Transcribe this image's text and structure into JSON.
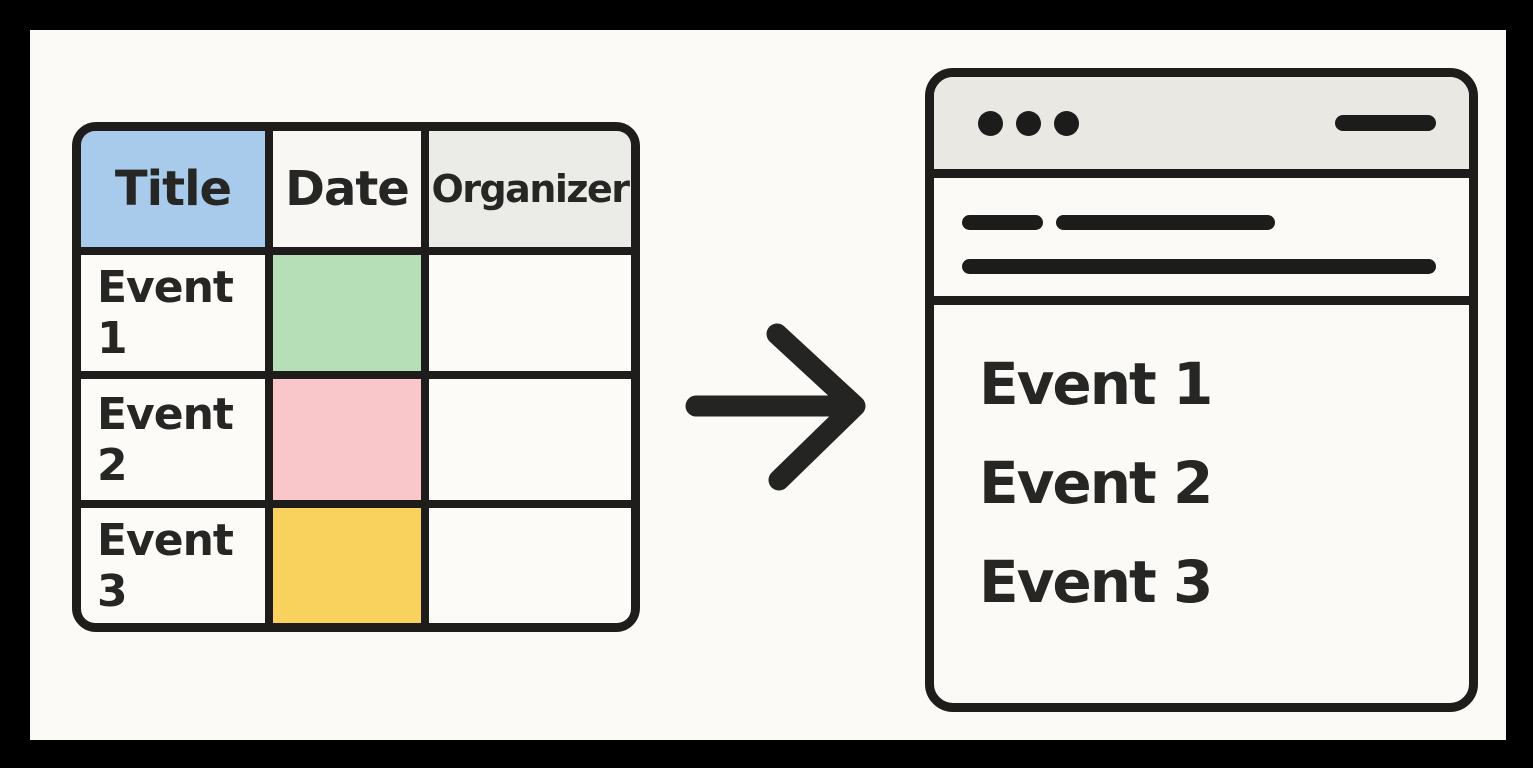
{
  "table": {
    "headers": [
      {
        "label": "Title",
        "bg": "#a9cbeb"
      },
      {
        "label": "Date",
        "bg": "#f8f7f3"
      },
      {
        "label": "Organizer",
        "bg": "#ebebe7"
      }
    ],
    "rows": [
      {
        "title": "Event 1",
        "date_bg": "#b6dfb8",
        "organizer": ""
      },
      {
        "title": "Event 2",
        "date_bg": "#f9c6c9",
        "organizer": ""
      },
      {
        "title": "Event 3",
        "date_bg": "#f8d25c",
        "organizer": ""
      }
    ]
  },
  "arrow": {
    "icon": "right-arrow"
  },
  "browser": {
    "titlebar": {
      "controls": "three-dots",
      "menu": "menu-bar"
    },
    "nav_skeleton": [
      "short-bar",
      "medium-bar",
      "long-bar"
    ],
    "events": [
      "Event 1",
      "Event 2",
      "Event 3"
    ]
  },
  "colors": {
    "outer_frame": "#000000",
    "canvas_bg": "#fbfaf6",
    "stroke": "#1e1d1b",
    "titlebar_bg": "#e9e8e3",
    "cell_bg": "#fcfbf8",
    "header_blue": "#a9cbeb",
    "date_green": "#b6dfb8",
    "date_pink": "#f9c6c9",
    "date_yellow": "#f8d25c"
  }
}
